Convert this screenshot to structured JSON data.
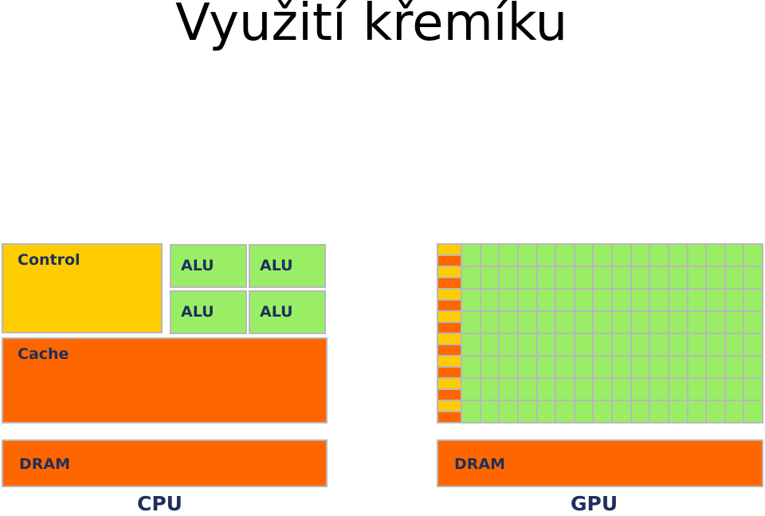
{
  "title": "Využití křemíku",
  "cpu": {
    "control_label": "Control",
    "alu_labels": [
      "ALU",
      "ALU",
      "ALU",
      "ALU"
    ],
    "cache_label": "Cache",
    "dram_label": "DRAM",
    "caption": "CPU"
  },
  "gpu": {
    "dram_label": "DRAM",
    "caption": "GPU",
    "rows": 8,
    "alu_columns": 16
  },
  "colors": {
    "control": "#ffcc00",
    "cache": "#ff6600",
    "alu": "#99ee66",
    "dram": "#ff6600",
    "border": "#b8b8b8",
    "label": "#1f2f5a"
  }
}
